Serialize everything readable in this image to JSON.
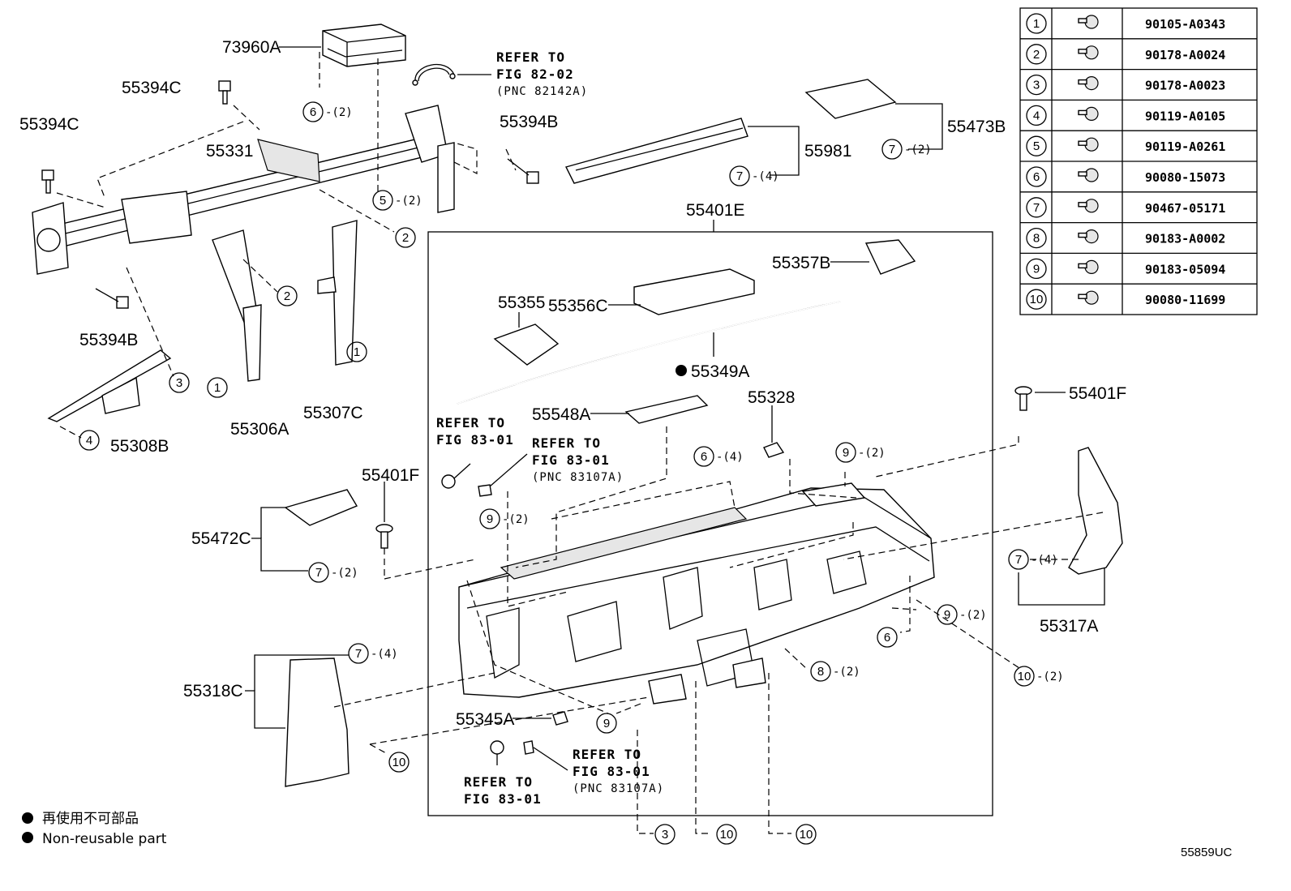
{
  "labels": {
    "p73960A": "73960A",
    "p55394C_a": "55394C",
    "p55394C_b": "55394C",
    "p55331": "55331",
    "p55394B_a": "55394B",
    "p55394B_b": "55394B",
    "p55306A": "55306A",
    "p55307C": "55307C",
    "p55308B": "55308B",
    "p55981": "55981",
    "p55473B": "55473B",
    "p55401E": "55401E",
    "p55355": "55355",
    "p55356C": "55356C",
    "p55357B": "55357B",
    "p55349A": "55349A",
    "p55328": "55328",
    "p55548A": "55548A",
    "p55401F_a": "55401F",
    "p55401F_b": "55401F",
    "p55472C": "55472C",
    "p55317A": "55317A",
    "p55318C": "55318C",
    "p55345A": "55345A"
  },
  "refs": {
    "refer_to": "REFER TO",
    "fig_82_02": "FIG 82-02",
    "pnc_82142A": "(PNC 82142A)",
    "fig_83_01": "FIG 83-01",
    "pnc_83107A": "(PNC 83107A)"
  },
  "quantities": {
    "q2": "-(2)",
    "q4": "-(4)"
  },
  "circles": [
    "1",
    "2",
    "3",
    "4",
    "5",
    "6",
    "7",
    "8",
    "9",
    "10"
  ],
  "fastener_table": [
    {
      "num": "1",
      "part": "90105-A0343"
    },
    {
      "num": "2",
      "part": "90178-A0024"
    },
    {
      "num": "3",
      "part": "90178-A0023"
    },
    {
      "num": "4",
      "part": "90119-A0105"
    },
    {
      "num": "5",
      "part": "90119-A0261"
    },
    {
      "num": "6",
      "part": "90080-15073"
    },
    {
      "num": "7",
      "part": "90467-05171"
    },
    {
      "num": "8",
      "part": "90183-A0002"
    },
    {
      "num": "9",
      "part": "90183-05094"
    },
    {
      "num": "10",
      "part": "90080-11699"
    }
  ],
  "legend": {
    "jp": "再使用不可部品",
    "en": "Non-reusable part"
  },
  "diagram_code": "55859UC"
}
